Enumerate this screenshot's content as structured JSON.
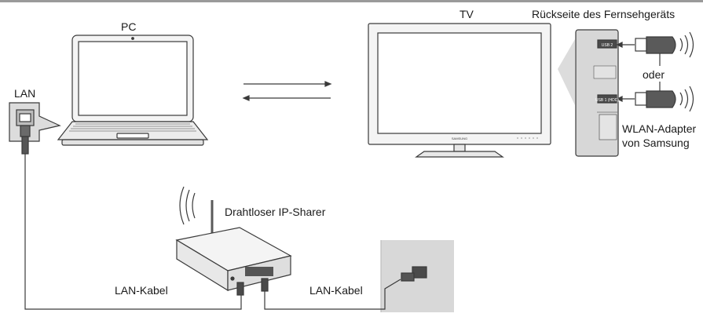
{
  "labels": {
    "pc": "PC",
    "tv": "TV",
    "tv_back": "Rückseite des Fernsehgeräts",
    "lan": "LAN",
    "oder": "oder",
    "wlan_adapter_line1": "WLAN-Adapter",
    "wlan_adapter_line2": "von Samsung",
    "router": "Drahtloser IP-Sharer",
    "lan_cable_left": "LAN-Kabel",
    "lan_cable_right": "LAN-Kabel"
  },
  "tv_panel": {
    "usb2_port": "USB 2",
    "usb1_port": "USB 1 (HDD)",
    "brand": "SAMSUNG"
  },
  "colors": {
    "line": "#3a3a3a",
    "device_fill": "#f4f4f4",
    "panel_fill": "#d7d7d7",
    "wall_fill": "#d8d8d8",
    "screen_fill": "#ffffff"
  }
}
